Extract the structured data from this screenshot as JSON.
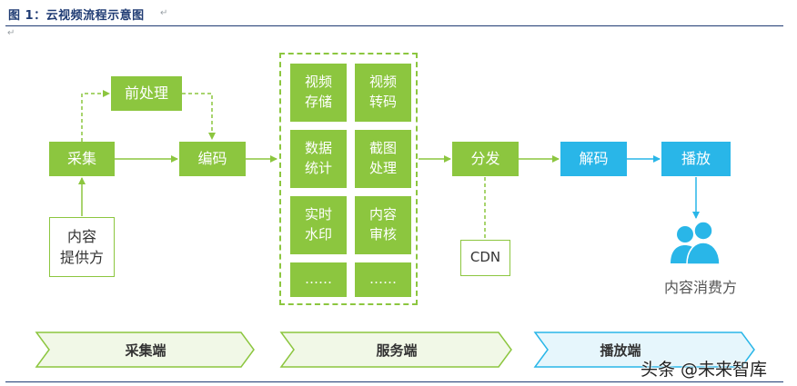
{
  "title": "图 1：云视频流程示意图",
  "nodes": {
    "collect": "采集",
    "preprocess": "前处理",
    "encode": "编码",
    "provider": "内容\n提供方",
    "distribute": "分发",
    "cdn": "CDN",
    "decode": "解码",
    "play": "播放",
    "consumer": "内容消费方"
  },
  "services": [
    "视频\n存储",
    "视频\n转码",
    "数据\n统计",
    "截图\n处理",
    "实时\n水印",
    "内容\n审核",
    "……",
    "……"
  ],
  "phases": [
    "采集端",
    "服务端",
    "播放端"
  ],
  "watermark": "头条 @未来智库",
  "colors": {
    "green": "#8cc63f",
    "blue": "#29b6e8",
    "title": "#1f3b73"
  }
}
